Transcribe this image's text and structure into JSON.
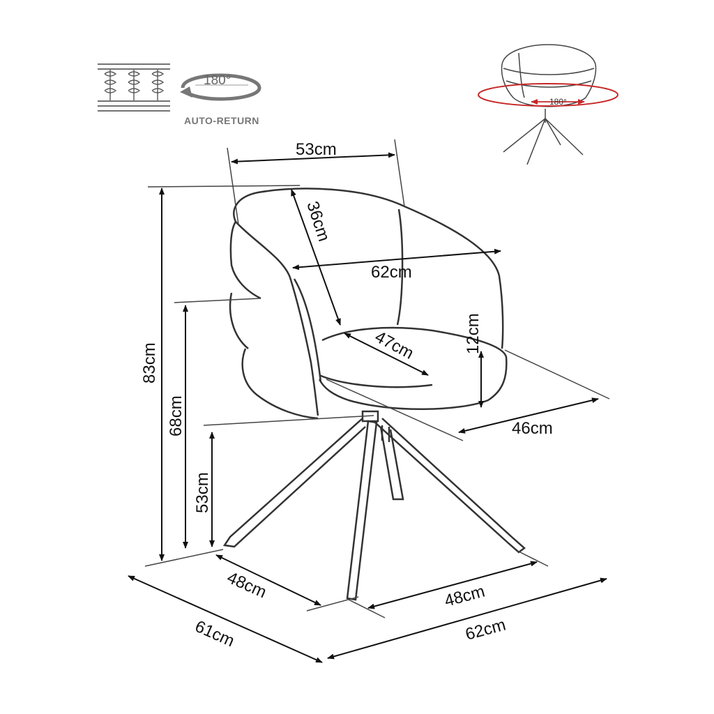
{
  "icons": {
    "spring_icon_name": "spring-seat-icon",
    "rotation_angle_label": "180°",
    "auto_return_label": "AUTO-RETURN",
    "swivel_preview_angle_label": "180°",
    "swivel_color": "#c62828"
  },
  "dimensions": {
    "top_width": "53cm",
    "back_depth": "36cm",
    "inner_width": "62cm",
    "armrest_height": "12cm",
    "seat_depth": "47cm",
    "seat_width": "46cm",
    "total_height": "83cm",
    "armrest_floor_height": "68cm",
    "seat_height": "53cm",
    "base_left": "48cm",
    "base_right": "48cm",
    "overall_depth": "61cm",
    "overall_width": "62cm"
  }
}
